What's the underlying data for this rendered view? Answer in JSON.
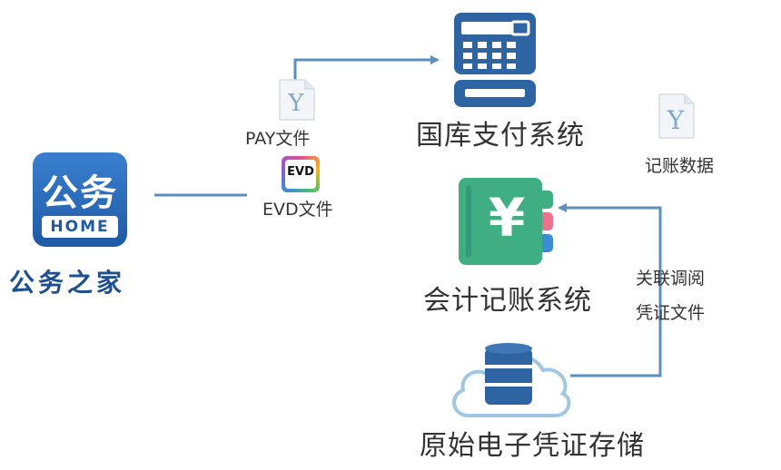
{
  "app": {
    "logo_text": "公务",
    "logo_sub": "HOME",
    "name": "公务之家"
  },
  "files": {
    "pay_label": "PAY文件",
    "evd_label": "EVD文件",
    "evd_logo_text": "EVD",
    "yen_symbol": "Y",
    "record_label": "记账数据"
  },
  "systems": {
    "treasury": "国库支付系统",
    "accounting": "会计记账系统",
    "accounting_symbol": "¥",
    "storage": "原始电子凭证存储"
  },
  "links": {
    "related_line1": "关联调阅",
    "related_line2": "凭证文件"
  },
  "colors": {
    "arrow": "#5b8fc0",
    "logo_blue": "#2a6ab8",
    "brand_text": "#1f4f8f",
    "terminal_blue": "#2f64a3",
    "book_green": "#3fae82",
    "tab_pink": "#e8738a",
    "tab_blue": "#3c8dd4",
    "cloud_blue": "#9fc7e2"
  }
}
